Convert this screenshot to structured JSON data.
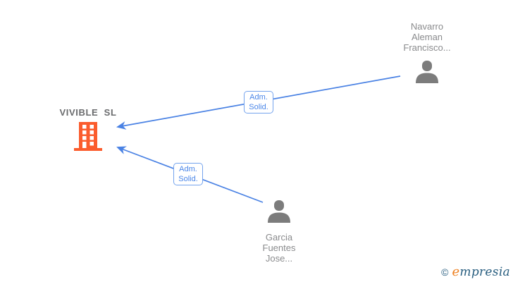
{
  "company": {
    "label": "VIVIBLE  SL"
  },
  "persons": {
    "navarro": {
      "line1": "Navarro",
      "line2": "Aleman",
      "line3": "Francisco..."
    },
    "garcia": {
      "line1": "Garcia",
      "line2": "Fuentes",
      "line3": "Jose..."
    }
  },
  "edges": {
    "edge1": {
      "line1": "Adm.",
      "line2": "Solid."
    },
    "edge2": {
      "line1": "Adm.",
      "line2": "Solid."
    }
  },
  "footer": {
    "copyright_symbol": "©",
    "brand_lead": "e",
    "brand_rest": "mpresia"
  },
  "colors": {
    "edge_blue": "#4a82e4",
    "edge_label_border": "#74a3ed",
    "edge_label_text": "#4a86e8",
    "building_orange": "#fb5c2d",
    "person_gray": "#7c7c7c",
    "name_text_gray": "#8a8b8d",
    "company_text_gray": "#6a6b6d",
    "brand_navy": "#275d7f",
    "brand_orange": "#ee8122",
    "background": "#ffffff"
  }
}
